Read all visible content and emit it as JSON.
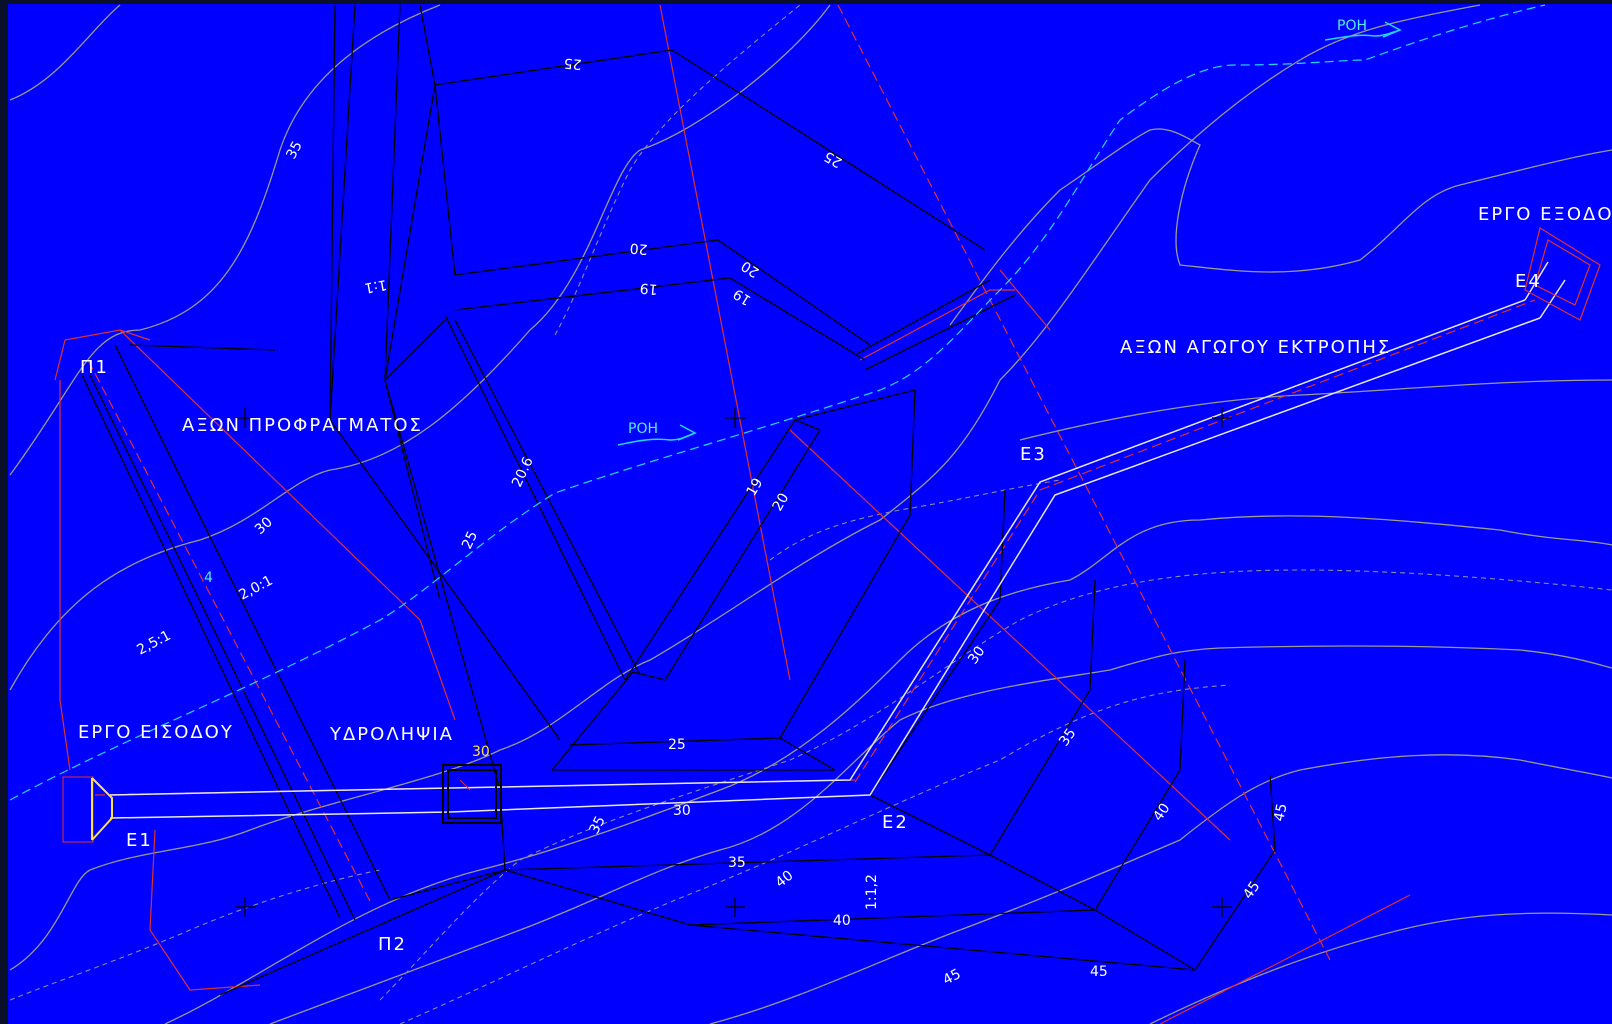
{
  "titles": {
    "embankment_axis": "ΑΞΩΝ ΠΡΟΦΡΑΓΜΑΤΟΣ",
    "diversion_axis": "ΑΞΩΝ ΑΓΩΓΟΥ ΕΚΤΡΟΠΗΣ",
    "inlet_structure": "ΕΡΓΟ ΕΙΣΟΔΟΥ",
    "intake": "ΥΔΡΟΛΗΨΙΑ",
    "outlet_structure": "ΕΡΓΟ ΕΞΟΔΟΥ"
  },
  "points": {
    "p1": "Π1",
    "p2": "Π2",
    "e1": "Ε1",
    "e2": "Ε2",
    "e3": "Ε3",
    "e4": "Ε4"
  },
  "flow_label": "ΡΟΗ",
  "contour_labels": [
    "35",
    "30",
    "25",
    "20",
    "19",
    "20",
    "19",
    "25",
    "25",
    "20.6",
    "19",
    "20",
    "25",
    "30",
    "35",
    "40",
    "45",
    "35",
    "40",
    "45",
    "30",
    "35",
    "40",
    "45",
    "45",
    "30"
  ],
  "slope_labels": {
    "s1": "2,5:1",
    "s2": "2,0:1",
    "s3": "1:1",
    "s4": "1:1,2"
  },
  "berm_label": "4",
  "colors": {
    "background": "#0000ff",
    "frame": "#0a0f2a",
    "contour": "#9a9a9a",
    "structure": "#000000",
    "axis": "#e03030",
    "flow": "#20d8ff",
    "pipe": "#e8e8e8",
    "inlet": "#ffe14a"
  }
}
